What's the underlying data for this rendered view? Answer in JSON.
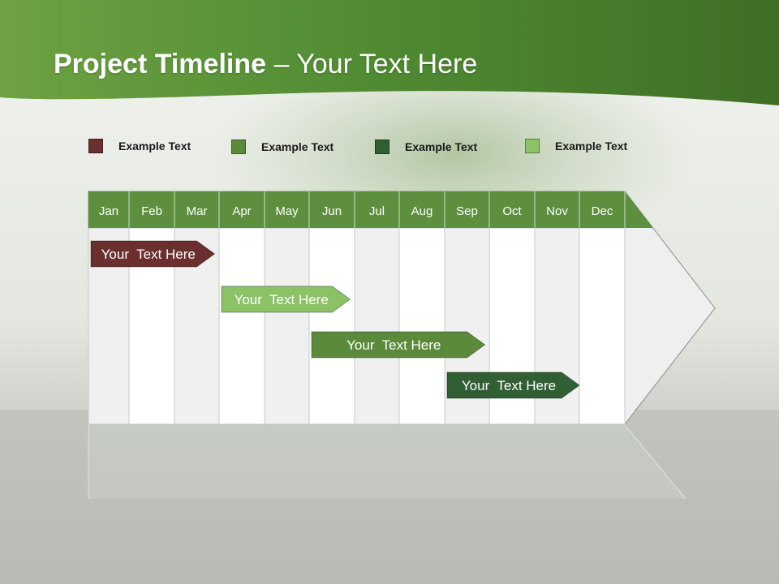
{
  "slide": {
    "title_bold": "Project Timeline",
    "title_rest": " – Your Text Here"
  },
  "legend": [
    {
      "label": "Example Text",
      "color": "#6b2f2f"
    },
    {
      "label": "Example Text",
      "color": "#5a8a3a"
    },
    {
      "label": "Example Text",
      "color": "#2f5f33"
    },
    {
      "label": "Example Text",
      "color": "#8cc266"
    }
  ],
  "timeline": {
    "months": [
      "Jan",
      "Feb",
      "Mar",
      "Apr",
      "May",
      "Jun",
      "Jul",
      "Aug",
      "Sep",
      "Oct",
      "Nov",
      "Dec"
    ],
    "header_color": "#5d8f3e",
    "bars": [
      {
        "label": "Your  Text Here",
        "color": "#6b2f2f",
        "start_month": 1.0,
        "end_month": 3.9
      },
      {
        "label": "Your  Text Here",
        "color": "#8cc266",
        "start_month": 4.0,
        "end_month": 6.9
      },
      {
        "label": "Your  Text Here",
        "color": "#5a8a3a",
        "start_month": 6.0,
        "end_month": 9.9
      },
      {
        "label": "Your  Text Here",
        "color": "#2f5f33",
        "start_month": 9.0,
        "end_month": 12.0
      }
    ]
  }
}
